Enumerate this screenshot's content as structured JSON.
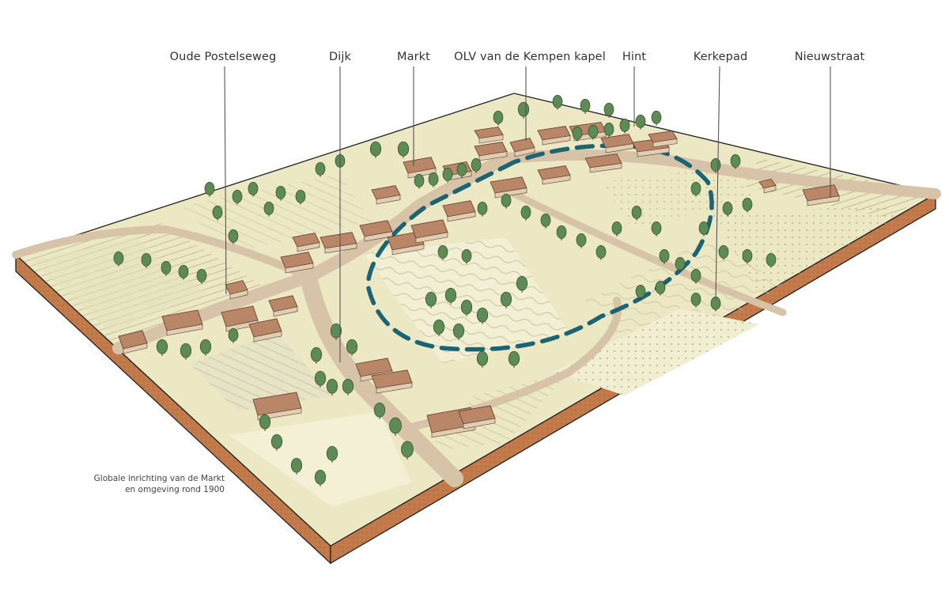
{
  "labels": [
    {
      "id": "oude-postelseweg",
      "text": "Oude Postelseweg"
    },
    {
      "id": "dijk",
      "text": "Dijk"
    },
    {
      "id": "markt",
      "text": "Markt"
    },
    {
      "id": "olv-kapel",
      "text": "OLV van de Kempen kapel"
    },
    {
      "id": "hint",
      "text": "Hint"
    },
    {
      "id": "kerkepad",
      "text": "Kerkepad"
    },
    {
      "id": "nieuwstraat",
      "text": "Nieuwstraat"
    }
  ],
  "caption": {
    "line1": "Globale inrichting van de Markt",
    "line2": "en omgeving rond 1900"
  },
  "colors": {
    "soil": "#c27a4a",
    "ground": "#ece8c4",
    "field": "#f2efcf",
    "road": "#d9c6ad",
    "tree": "#5e8a55",
    "roof": "#b98768",
    "route": "#1c6474",
    "line": "#555555"
  }
}
